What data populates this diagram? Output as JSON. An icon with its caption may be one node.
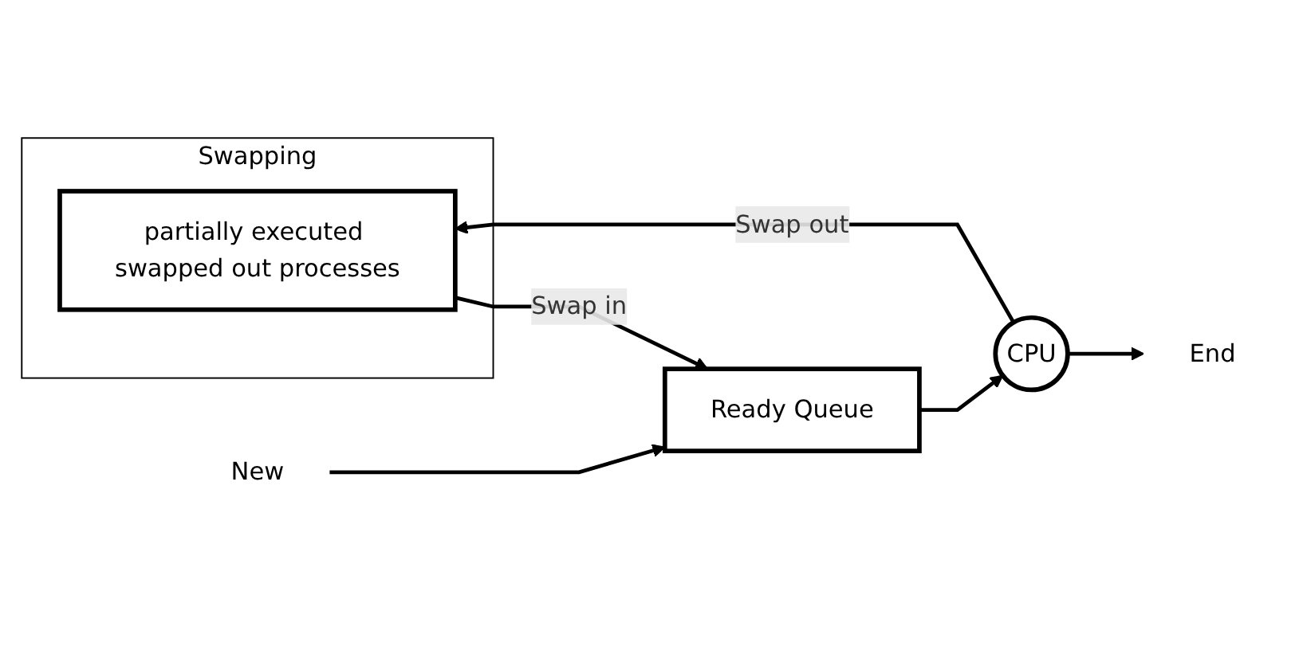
{
  "diagram": {
    "nodes": [
      {
        "text": [
          "Swapping"
        ]
      },
      {
        "text": [
          "partially executed swapped out processes"
        ],
        "in": 0
      },
      {
        "text": [
          "New"
        ]
      },
      {
        "text": [
          "Ready Queue"
        ]
      },
      {
        "text": [
          "CPU"
        ]
      },
      {
        "text": [
          "End"
        ]
      }
    ],
    "edges": [
      {
        "from": 1,
        "to": 3,
        "arrow": "to",
        "label": "Swap in"
      },
      {
        "from": 2,
        "to": 3,
        "arrow": "to"
      },
      {
        "from": 3,
        "to": 4,
        "arrow": "to"
      },
      {
        "from": 4,
        "to": 5,
        "arrow": "to"
      },
      {
        "from": 4,
        "to": 1,
        "arrow": "to",
        "label": "Swap out"
      }
    ]
  }
}
